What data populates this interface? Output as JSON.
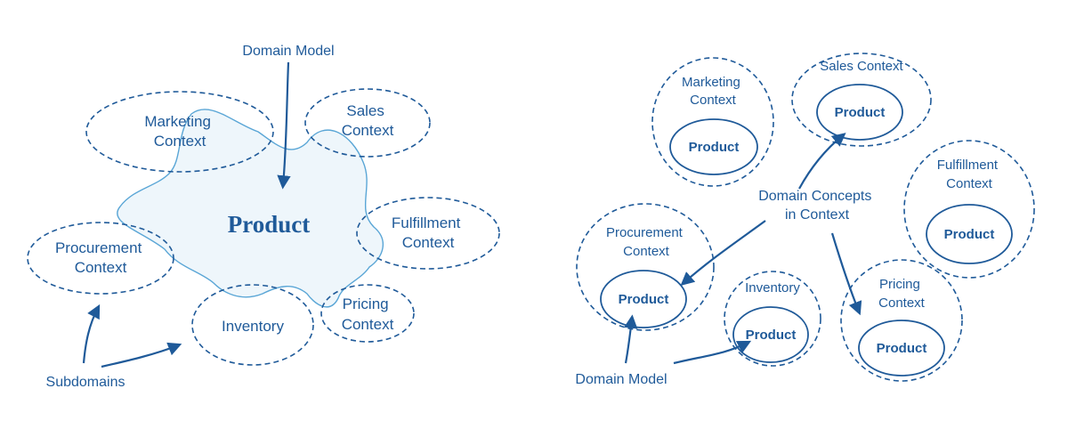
{
  "left": {
    "domain_model_caption": "Domain Model",
    "subdomains_caption": "Subdomains",
    "central_label": "Product",
    "contexts": {
      "marketing": [
        "Marketing",
        "Context"
      ],
      "sales": [
        "Sales",
        "Context"
      ],
      "fulfillment": [
        "Fulfillment",
        "Context"
      ],
      "procurement": [
        "Procurement",
        "Context"
      ],
      "pricing": [
        "Pricing",
        "Context"
      ],
      "inventory": [
        "Inventory"
      ]
    }
  },
  "right": {
    "domain_concepts_caption": [
      "Domain Concepts",
      "in Context"
    ],
    "domain_model_caption": "Domain Model",
    "product_label": "Product",
    "contexts": {
      "marketing": [
        "Marketing",
        "Context"
      ],
      "sales": [
        "Sales Context"
      ],
      "fulfillment": [
        "Fulfillment",
        "Context"
      ],
      "procurement": [
        "Procurement",
        "Context"
      ],
      "inventory": [
        "Inventory"
      ],
      "pricing": [
        "Pricing",
        "Context"
      ]
    }
  },
  "colors": {
    "primary": "#1f5a99",
    "blob_fill": "#eef6fb",
    "blob_stroke": "#5aa6d6"
  }
}
